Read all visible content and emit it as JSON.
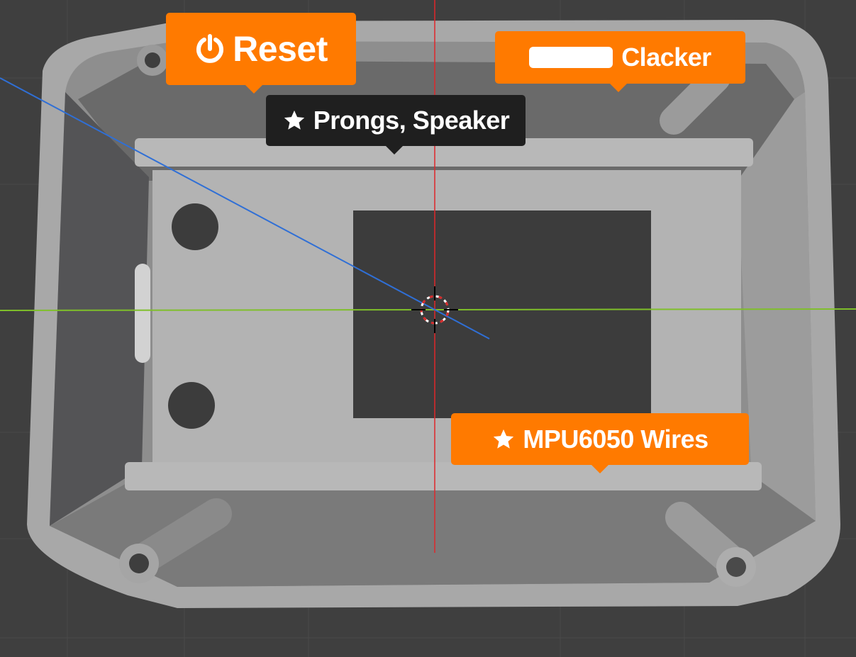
{
  "viewport": {
    "background_color": "#3f3f3f",
    "model_color": "#a9a9a9",
    "x_axis_color": "#7fbf2a",
    "y_axis_color": "#e0262a",
    "z_axis_color": "#2f6fd6",
    "cursor_color": "#d42a2a"
  },
  "callouts": {
    "reset": {
      "label": "Reset",
      "icon": "power-icon",
      "color": "#ff7a00"
    },
    "clacker": {
      "label": "Clacker",
      "icon": "white-swatch",
      "color": "#ff7a00"
    },
    "prongs": {
      "label": "Prongs, Speaker",
      "icon": "star-icon",
      "color": "#1f1f1f"
    },
    "mpu": {
      "label": "MPU6050 Wires",
      "icon": "star-icon",
      "color": "#ff7a00"
    }
  }
}
